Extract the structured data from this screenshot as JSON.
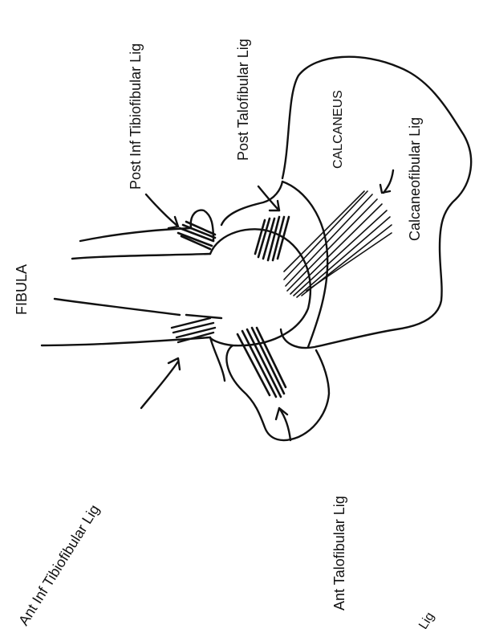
{
  "labels": {
    "fibula": "FIBULA",
    "calcaneus": "CALCANEUS",
    "post_inf_tibiofibular": "Post Inf Tibiofibular Lig",
    "post_talofibular": "Post Talofibular Lig",
    "calcaneofibular": "Calcaneofibular Lig",
    "ant_inf_tibiofibular": "Ant Inf Tibiofibular Lig",
    "ant_talofibular": "Ant Talofibular Lig",
    "partial_lig": "Lig"
  },
  "colors": {
    "ink": "#111111",
    "paper": "#ffffff"
  }
}
